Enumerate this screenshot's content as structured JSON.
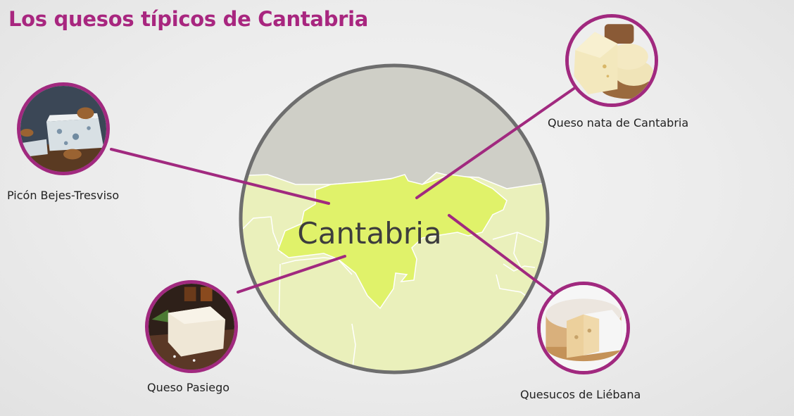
{
  "title": "Los quesos típicos de Cantabria",
  "map": {
    "region_label": "Cantabria",
    "colors": {
      "sea": "#cfcfc7",
      "region_highlight": "#e0f26a",
      "neighbors": "#eaf0bb",
      "circle_border": "#6e6e6e",
      "accent": "#a1297f",
      "title": "#a8267f"
    }
  },
  "cheeses": [
    {
      "id": "picon",
      "label": "Picón Bejes-Tresviso",
      "image": "blue-cheese-with-walnuts"
    },
    {
      "id": "nata",
      "label": "Queso nata de Cantabria",
      "image": "cream-cheese-wedge-slices"
    },
    {
      "id": "pasiego",
      "label": "Queso Pasiego",
      "image": "white-cheese-block-on-board"
    },
    {
      "id": "quesucos",
      "label": "Quesucos de Liébana",
      "image": "cut-cheese-wheel"
    }
  ]
}
